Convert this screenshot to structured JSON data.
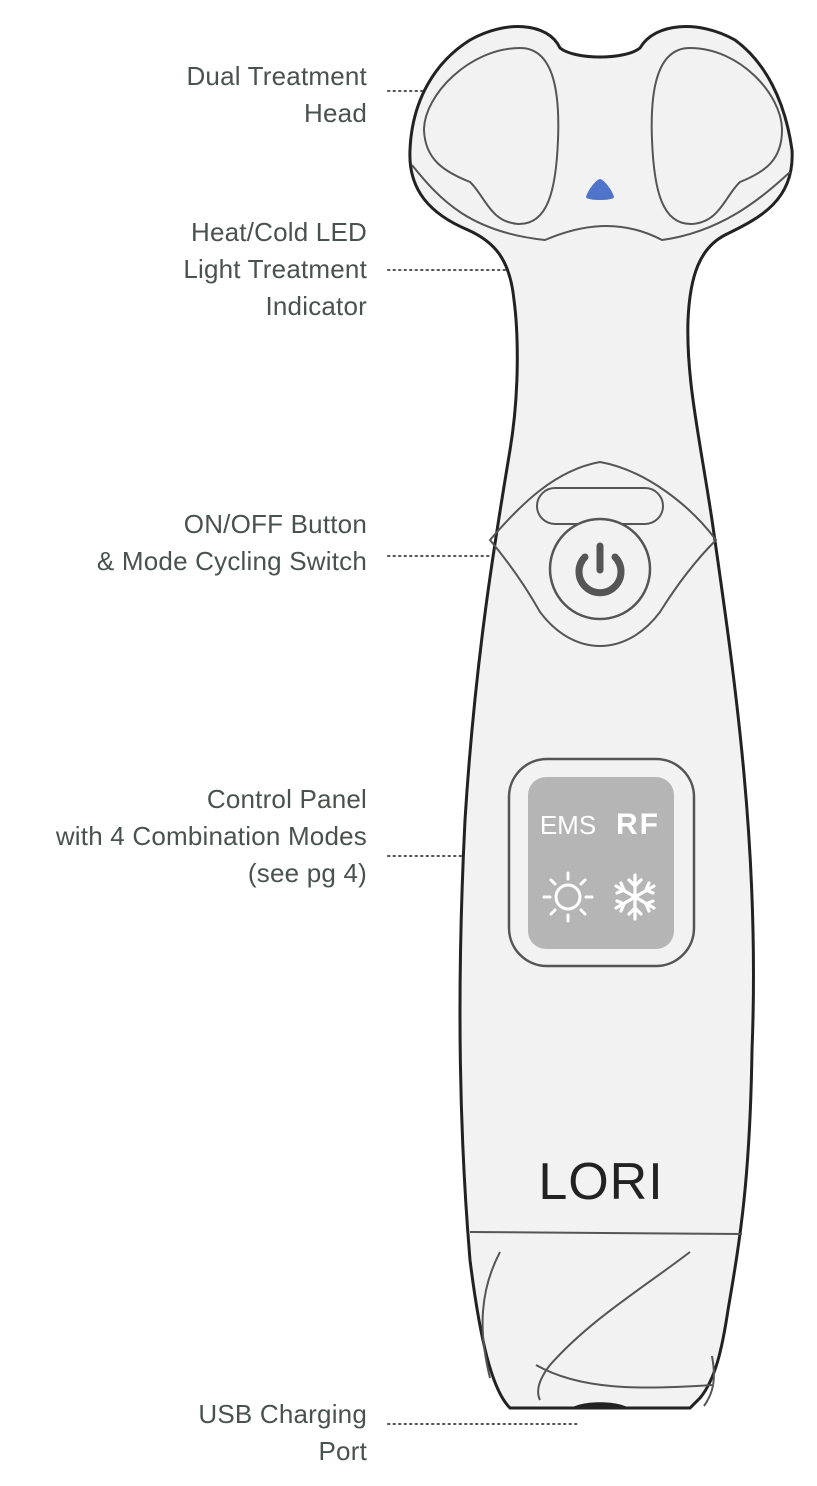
{
  "callouts": {
    "dual_head": {
      "lines": [
        "Dual Treatment",
        "Head"
      ]
    },
    "led": {
      "lines": [
        "Heat/Cold  LED",
        "Light Treatment",
        "Indicator"
      ]
    },
    "power": {
      "lines": [
        "ON/OFF Button",
        "& Mode Cycling Switch"
      ]
    },
    "panel": {
      "lines": [
        "Control Panel",
        "with 4 Combination Modes",
        "(see pg 4)"
      ]
    },
    "usb": {
      "lines": [
        "USB Charging",
        "Port"
      ]
    }
  },
  "device": {
    "brand": "LORI",
    "panel_label_left": "EMS",
    "panel_label_right": "RF",
    "panel_icons": [
      "sun-icon",
      "snowflake-icon"
    ],
    "power_icon": "power-icon"
  },
  "colors": {
    "outline": "#222222",
    "body_fill": "#f2f2f2",
    "panel_fill": "#b5b5b5",
    "led": "#4f74c9",
    "label_text": "#4a524e",
    "leader_dots": "#555555"
  }
}
